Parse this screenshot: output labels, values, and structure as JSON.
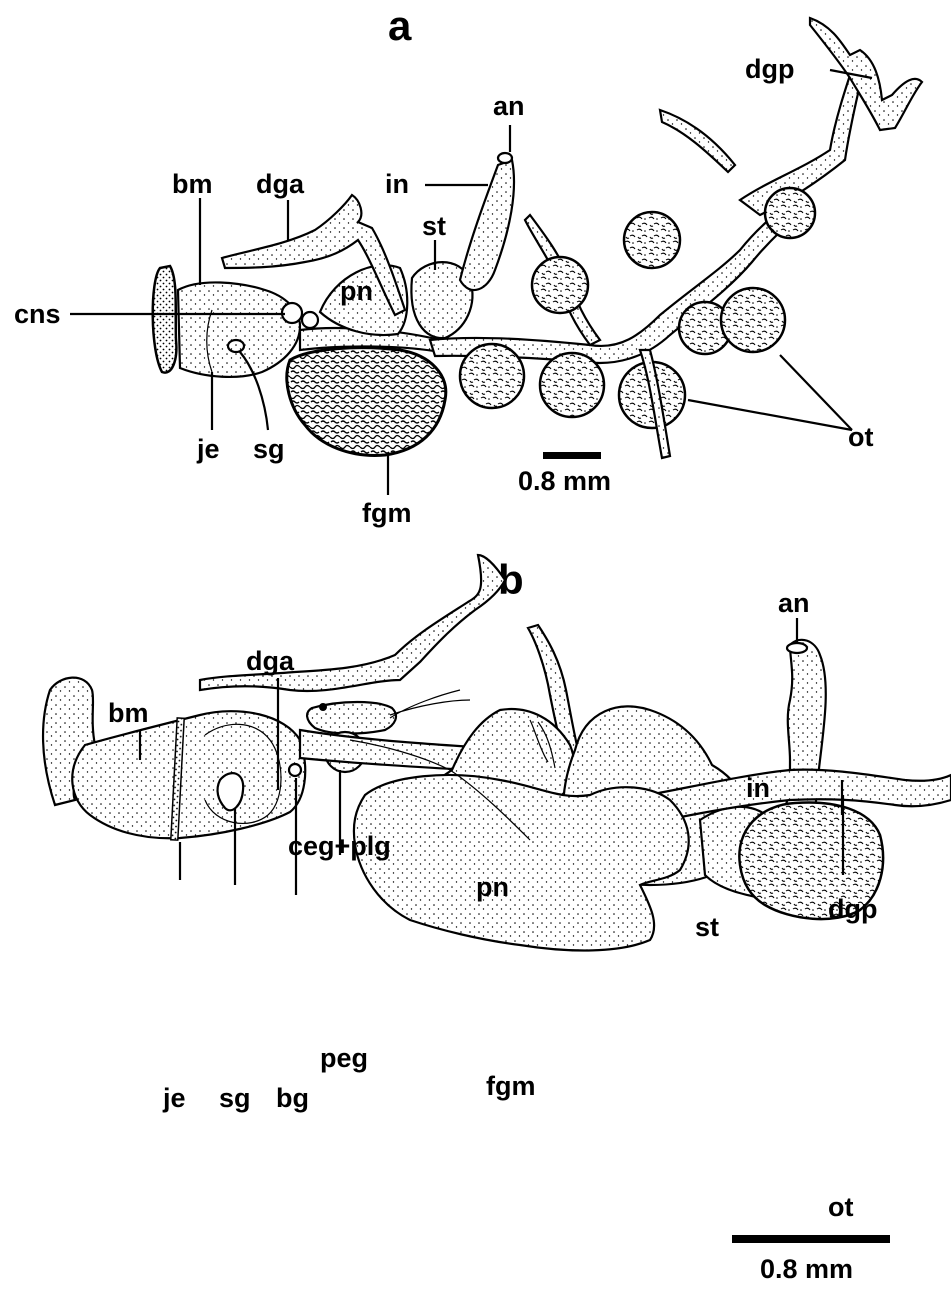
{
  "panel_a": {
    "letter": "a",
    "labels": {
      "dgp": "dgp",
      "an": "an",
      "in": "in",
      "bm": "bm",
      "dga": "dga",
      "st": "st",
      "pn": "pn",
      "cns": "cns",
      "je": "je",
      "sg": "sg",
      "fgm": "fgm",
      "ot": "ot"
    },
    "scale": "0.8 mm"
  },
  "panel_b": {
    "letter": "b",
    "labels": {
      "an": "an",
      "dga": "dga",
      "bm": "bm",
      "in": "in",
      "ceg_plg": "ceg+plg",
      "pn": "pn",
      "st": "st",
      "dgp": "dgp",
      "peg": "peg",
      "je": "je",
      "sg": "sg",
      "bg": "bg",
      "fgm": "fgm",
      "ot": "ot"
    },
    "scale": "0.8 mm"
  }
}
